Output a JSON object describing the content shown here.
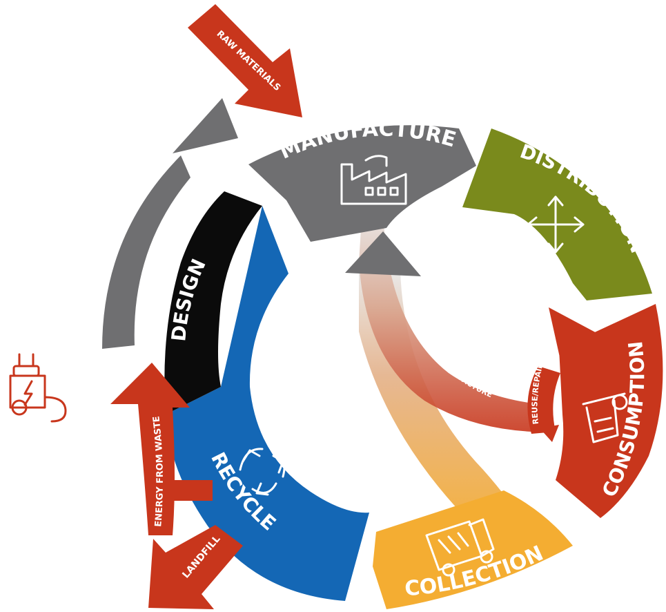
{
  "colors": {
    "manufacture": "#6f6f71",
    "distribution": "#7a8a1c",
    "consumption": "#c8361c",
    "collection": "#f4ad32",
    "recycle": "#1467b5",
    "design": "#0b0b0b",
    "outflow": "#c8361c",
    "return_gray": "#6f6f71"
  },
  "stages": {
    "manufacture": {
      "label": "MANUFACTURE",
      "icon": "factory-icon"
    },
    "distribution": {
      "label": "DISTRIBUTION",
      "icon": "move-arrows-icon"
    },
    "consumption": {
      "label": "CONSUMPTION",
      "icon": "shopping-icon"
    },
    "collection": {
      "label": "COLLECTION",
      "icon": "garbage-truck-icon"
    },
    "recycle": {
      "label": "RECYCLE",
      "icon": "recycle-icon"
    },
    "design": {
      "label": "DESIGN"
    }
  },
  "flows": {
    "raw_materials": "RAW MATERIALS",
    "energy_from_waste": "ENERGY FROM WASTE",
    "landfill": "LANDFILL",
    "takeback": "TAKEBACK/RE-MANUFACTURE",
    "reuse": "REUSE/REPAIR"
  },
  "icons": {
    "energy": "plug-energy-icon"
  }
}
